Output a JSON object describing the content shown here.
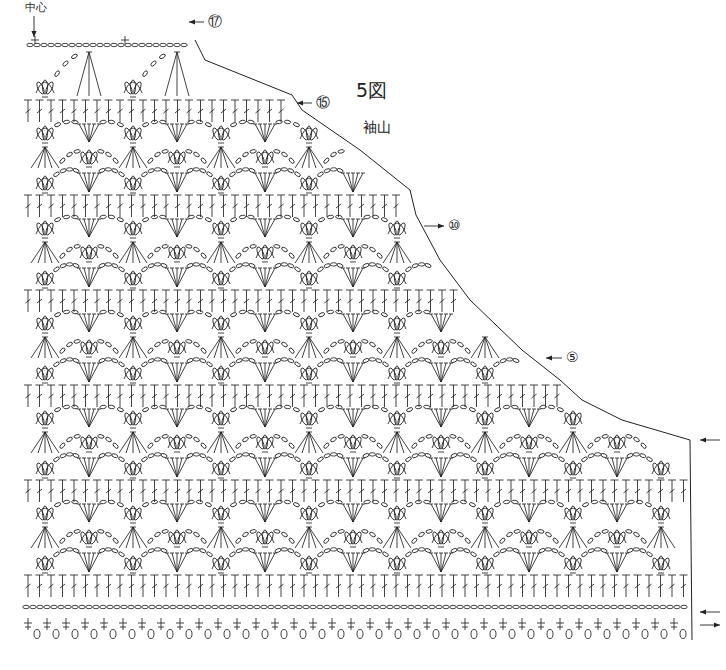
{
  "diagram": {
    "title": "5図",
    "labels": [
      "中心",
      "袖山",
      "⑰",
      "⑮",
      "⑩",
      "⑤"
    ]
  }
}
